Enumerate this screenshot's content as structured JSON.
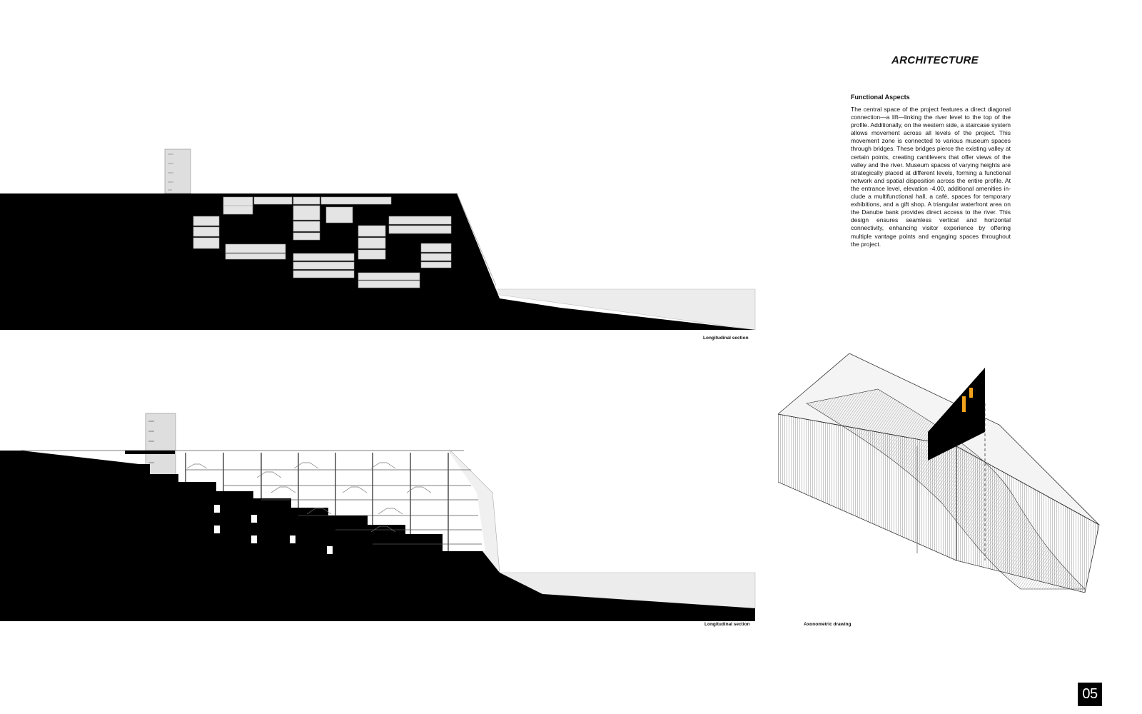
{
  "page": {
    "title": "ARCHITECTURE",
    "subtitle": "Functional Aspects",
    "body": "The central space of the project features a direct diag­onal connection—a lift—linking the river level to the top of the profile. Additionally, on the western side, a staircase system allows movement across all levels of the project. This movement zone is connected to vari­ous museum spaces through bridges. These bridges pierce the existing valley at certain points, creating cantilevers that offer views of the valley and the river. Museum spaces of varying heights are strategically placed at different levels, forming a functional network and spatial disposition across the entire profile. At the entrance level, elevation -4.00, additional amenities in­clude a multifunctional hall, a café, spaces for tempo­rary exhibitions, and a gift shop. A triangular water­front area on the Danube bank provides direct access to the river. This design ensures seamless vertical and horizontal connectivity, enhancing visitor experience by offering multiple vantage points and engaging spaces throughout the project.",
    "page_number": "05"
  },
  "captions": {
    "section_top": "Longitudinal section",
    "section_bottom": "Longitudinal section",
    "axonometric": "Axonometric drawing"
  },
  "colors": {
    "ink": "#000000",
    "void": "#e4e4e4",
    "river": "#ececec",
    "accent": "#f2a31b"
  }
}
